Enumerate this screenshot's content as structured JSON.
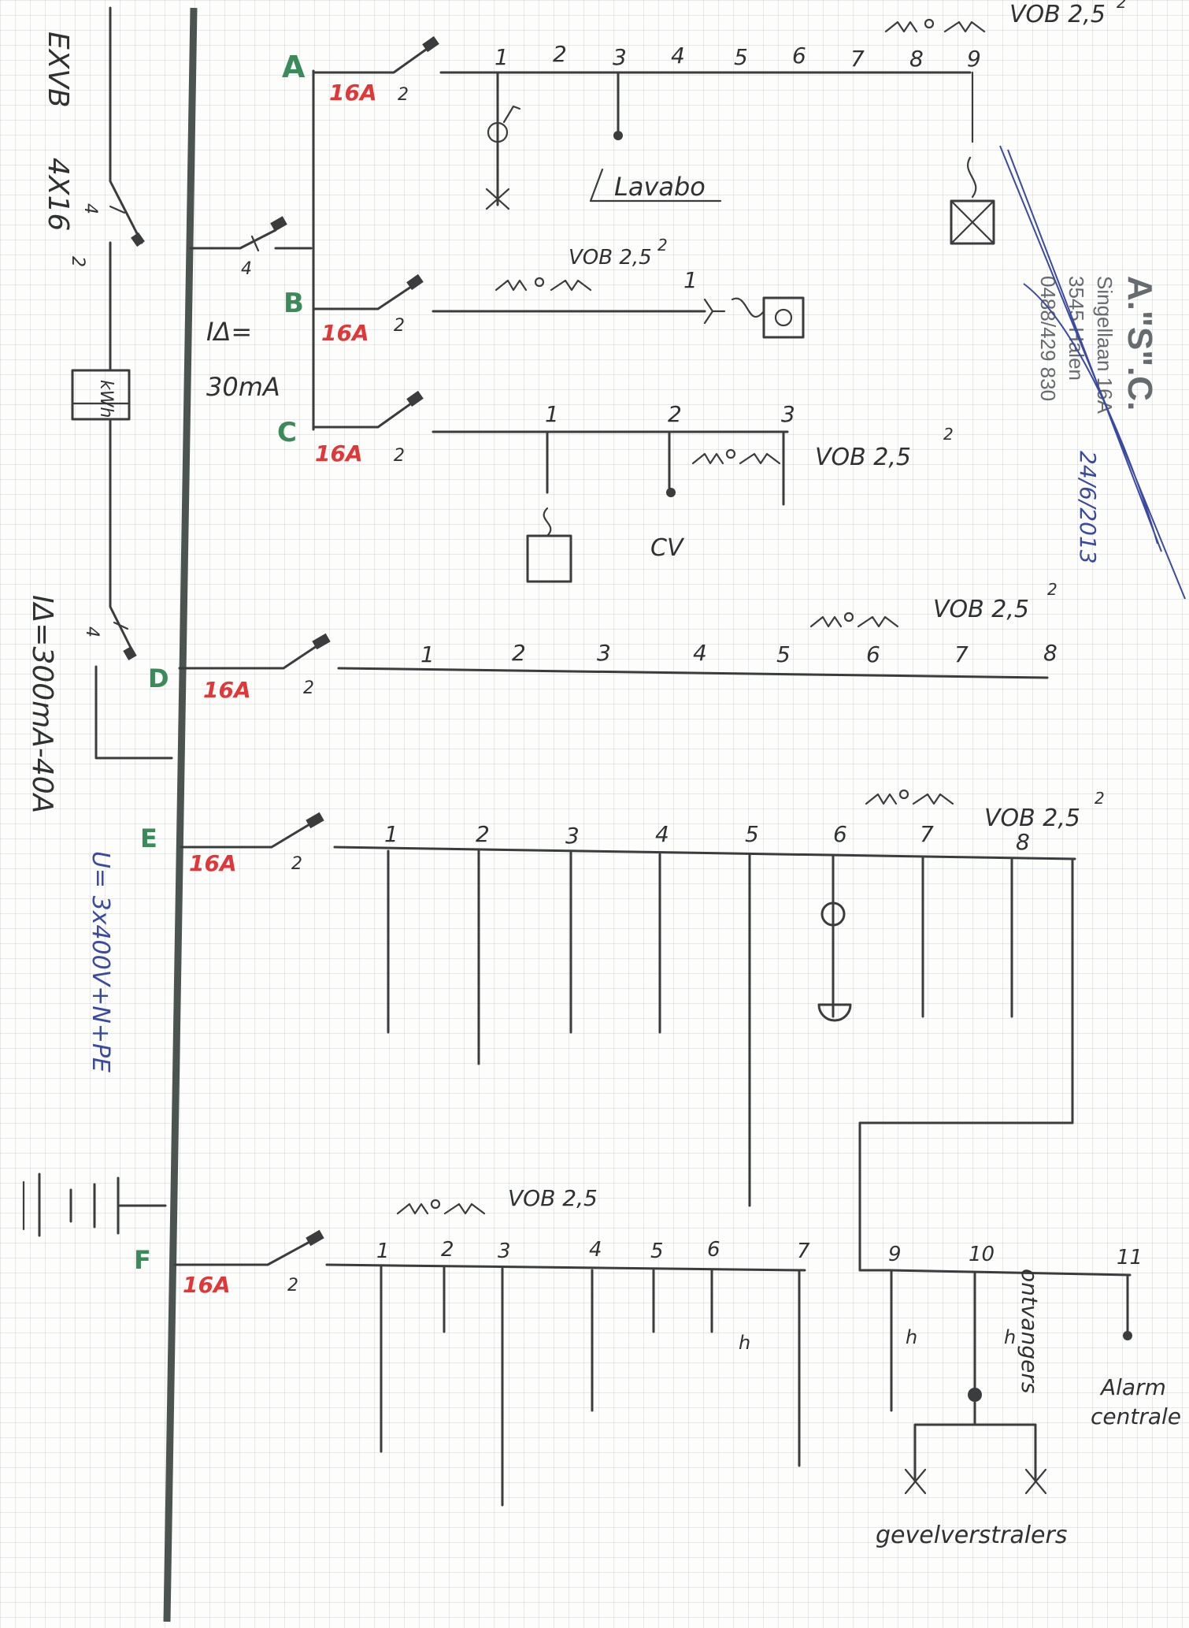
{
  "colors": {
    "ink": "#3a3c3e",
    "breaker_rating": "#e03838",
    "circuit_letter": "#3a8a5a",
    "annotation_blue": "#3a4aa0",
    "stamp": "#666b70"
  },
  "main": {
    "cable": "EXVB",
    "cable_size": "4X16",
    "cable_size_sup": "2",
    "main_switch_poles": "4",
    "meter_label": "kWh",
    "main_rcd": "IΔ=300mA-40A",
    "voltage_note": "U= 3x400V+N+PE"
  },
  "rcd_30": {
    "poles": "4",
    "line1": "IΔ=",
    "line2": "30mA"
  },
  "circuits": [
    {
      "letter": "A",
      "rating": "16A",
      "poles": "2",
      "cable": "VOB 2,5",
      "cable_sup": "2",
      "points": [
        "1",
        "2",
        "3",
        "4",
        "5",
        "6",
        "7",
        "8",
        "9"
      ],
      "note": "Lavabo"
    },
    {
      "letter": "B",
      "rating": "16A",
      "poles": "2",
      "cable": "VOB 2,5",
      "cable_sup": "2",
      "points": [
        "1"
      ]
    },
    {
      "letter": "C",
      "rating": "16A",
      "poles": "2",
      "cable": "VOB 2,5",
      "cable_sup": "2",
      "points": [
        "1",
        "2",
        "3"
      ],
      "note": "CV"
    },
    {
      "letter": "D",
      "rating": "16A",
      "poles": "2",
      "cable": "VOB 2,5",
      "cable_sup": "2",
      "points": [
        "1",
        "2",
        "3",
        "4",
        "5",
        "6",
        "7",
        "8"
      ]
    },
    {
      "letter": "E",
      "rating": "16A",
      "poles": "2",
      "cable": "VOB 2,5",
      "cable_sup": "2",
      "points": [
        "1",
        "2",
        "3",
        "4",
        "5",
        "6",
        "7",
        "8"
      ]
    },
    {
      "letter": "F",
      "rating": "16A",
      "poles": "2",
      "cable": "VOB 2,5",
      "cable_sup": "",
      "points": [
        "1",
        "2",
        "3",
        "4",
        "5",
        "6",
        "7",
        "9",
        "10",
        "11"
      ],
      "note_receiver": "ontvangers",
      "note_alarm_1": "Alarm",
      "note_alarm_2": "centrale",
      "note_floodlights": "gevelverstralers",
      "h_mark": "h"
    }
  ],
  "stamp": {
    "company": "A.\"S\".C.",
    "address": "Singellaan 16A",
    "city": "3545 Halen",
    "phone": "0488/429 830",
    "date": "24/6/2013"
  }
}
